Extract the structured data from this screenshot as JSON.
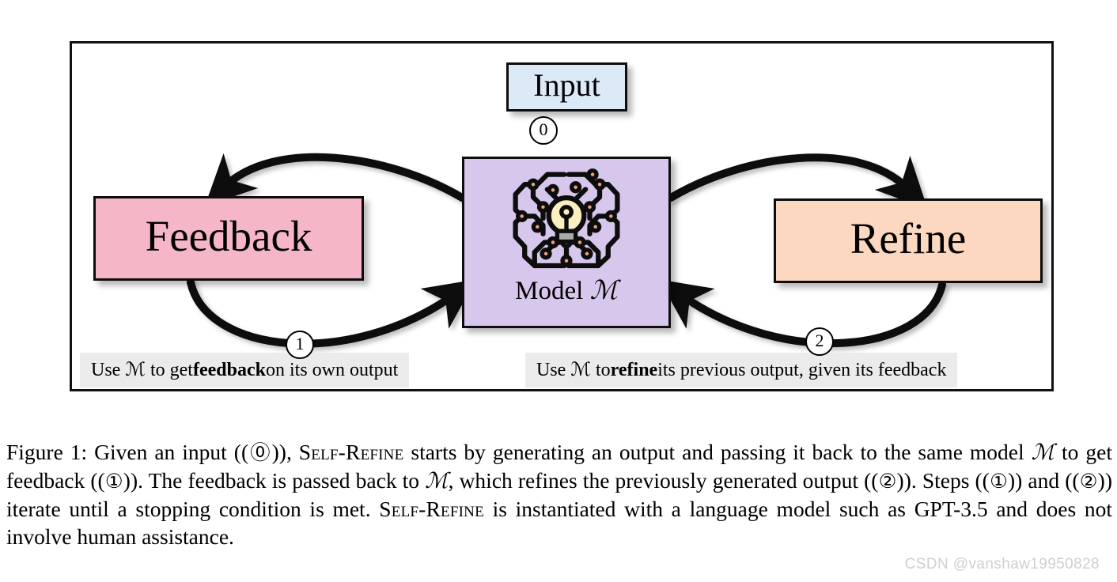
{
  "figure": {
    "nodes": {
      "input": {
        "label": "Input",
        "color": "#dceaf8"
      },
      "feedback": {
        "label": "Feedback",
        "color": "#f5b6c8"
      },
      "refine": {
        "label": "Refine",
        "color": "#fbd8bf"
      },
      "model": {
        "label_prefix": "Model ",
        "label_symbol": "ℳ",
        "color": "#d7c7ec",
        "icon": "brain-circuit-lightbulb"
      }
    },
    "badges": {
      "zero": "0",
      "one": "1",
      "two": "2"
    },
    "chips": {
      "feedback": {
        "before": "Use ℳ to get ",
        "bold": "feedback",
        "after": " on its own output"
      },
      "refine": {
        "before": "Use ℳ to ",
        "bold": "refine",
        "after": " its previous output, given its feedback"
      }
    },
    "icon_colors": {
      "circuit_stroke": "#0d0d0d",
      "node_dot": "#f0a080",
      "bulb_glass": "#fbeec0",
      "bulb_base": "#a8aaab"
    }
  },
  "caption": {
    "seg_1": "Figure 1: Given an input ((",
    "circle_0": "⓪",
    "seg_2": ")), ",
    "sc_1": "Self-Refine",
    "seg_3": " starts by generating an output and passing it back to the same model ",
    "symbol_m_1": "ℳ",
    "seg_4": " to get feedback ((",
    "circle_1a": "①",
    "seg_5": ")). The feedback is passed back to ",
    "symbol_m_2": "ℳ",
    "seg_6": ", which refines the previously generated output ((",
    "circle_2a": "②",
    "seg_7": ")). Steps ((",
    "circle_1b": "①",
    "seg_8": ")) and ((",
    "circle_2b": "②",
    "seg_9": ")) iterate until a stopping condition is met. ",
    "sc_2": "Self-Refine",
    "seg_10": " is instantiated with a language model such as GPT-3.5 and does not involve human assistance."
  },
  "watermark": {
    "text": "CSDN @vanshaw19950828"
  }
}
